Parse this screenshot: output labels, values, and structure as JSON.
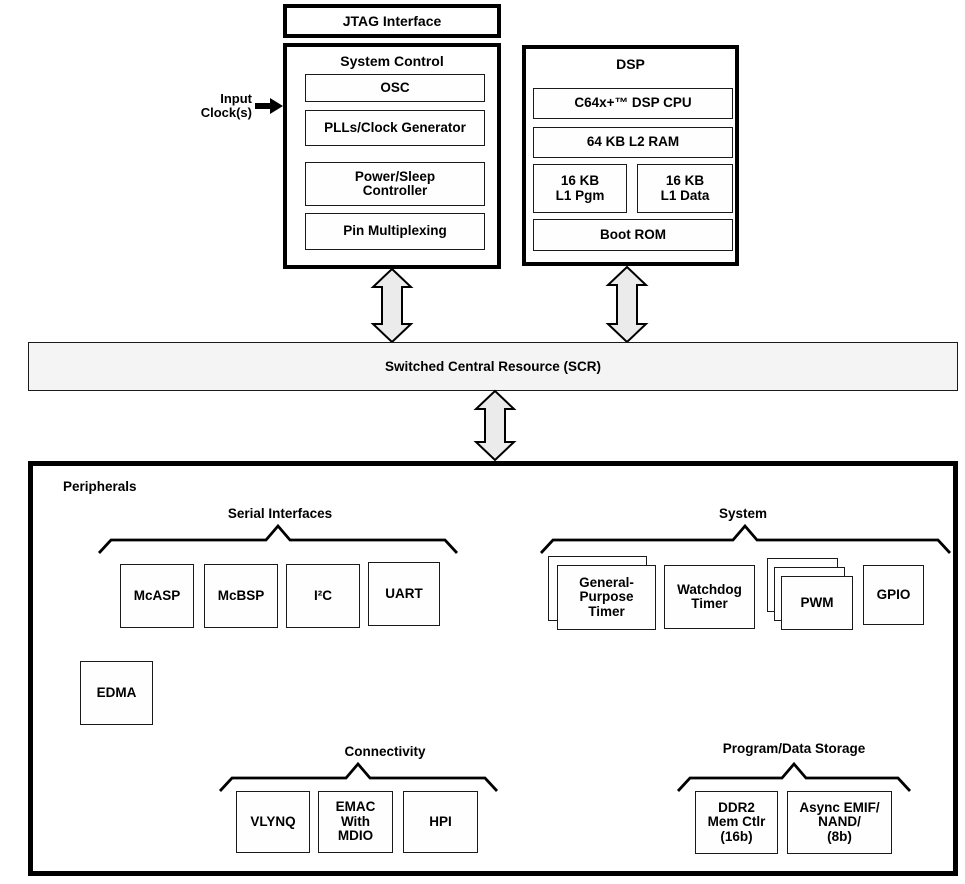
{
  "colors": {
    "border": "#000000",
    "scr_fill": "#f4f4f4",
    "arrow_fill": "#ebebeb",
    "text": "#000000"
  },
  "top": {
    "jtag_label": "JTAG Interface",
    "input_clock_lines": [
      "Input",
      "Clock(s)"
    ],
    "system_control": {
      "title": "System Control",
      "osc": "OSC",
      "plls": "PLLs/Clock Generator",
      "power_sleep_lines": [
        "Power/Sleep",
        "Controller"
      ],
      "pin_mux": "Pin Multiplexing"
    },
    "dsp": {
      "title": "DSP",
      "cpu": "C64x+™ DSP CPU",
      "l2_ram": "64 KB L2 RAM",
      "l1_pgm_lines": [
        "16 KB",
        "L1 Pgm"
      ],
      "l1_data_lines": [
        "16 KB",
        "L1 Data"
      ],
      "boot_rom": "Boot ROM"
    }
  },
  "scr_label": "Switched Central Resource (SCR)",
  "peripherals": {
    "title": "Peripherals",
    "serial_interfaces": {
      "title": "Serial Interfaces",
      "boxes": [
        "McASP",
        "McBSP",
        "I²C",
        "UART"
      ]
    },
    "system_group": {
      "title": "System",
      "gp_timer_lines": [
        "General-",
        "Purpose",
        "Timer"
      ],
      "watchdog_lines": [
        "Watchdog",
        "Timer"
      ],
      "pwm": "PWM",
      "gpio": "GPIO"
    },
    "edma": "EDMA",
    "connectivity": {
      "title": "Connectivity",
      "vlynq": "VLYNQ",
      "emac_lines": [
        "EMAC",
        "With",
        "MDIO"
      ],
      "hpi": "HPI"
    },
    "storage": {
      "title": "Program/Data Storage",
      "ddr2_lines": [
        "DDR2",
        "Mem Ctlr",
        "(16b)"
      ],
      "async_emif_lines": [
        "Async EMIF/",
        "NAND/",
        "(8b)"
      ]
    }
  }
}
